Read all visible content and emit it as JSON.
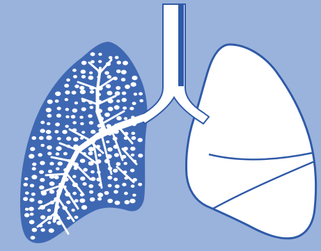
{
  "colors": {
    "background": "#9ab3dc",
    "lung_blue": "#3f68b3",
    "outline": "#2f5aa8",
    "white": "#ffffff"
  },
  "parts": {
    "trachea": "trachea",
    "left_lung": "lung-with-bronchial-tree",
    "right_lung": "lung-outline-with-lobes"
  }
}
